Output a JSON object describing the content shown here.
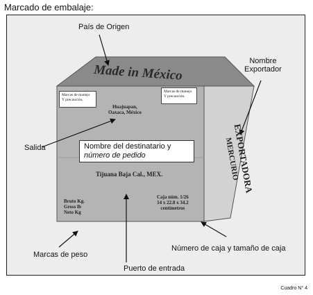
{
  "heading": "Marcado de embalaje:",
  "box": {
    "top_text": "Made in México",
    "side_text_line1": "EXPORTADORA",
    "side_text_line2": "MERCURIO",
    "handling_left_line1": "Marcas de manejo",
    "handling_left_line2": "Y precaución.",
    "handling_right_line1": "Marcas de manejo",
    "handling_right_line2": "Y precaución.",
    "origin_line1": "Huajuapan,",
    "origin_line2": "Oaxaca, México",
    "dest_line1": "Nombre del destinatario y",
    "dest_line2": "número de pedido",
    "port": "Tijuana Baja Cal., MEX.",
    "weight_line1": "Bruto Kg.",
    "weight_line2": "Gross lb",
    "weight_line3": "Neto Kg",
    "case_line1": "Caja núm. 1/26",
    "case_line2": "14 x 22.8 x 34.2",
    "case_line3": "centímetros"
  },
  "callouts": {
    "pais_origen": "País de  Origen",
    "nombre_exportador_line1": "Nombre",
    "nombre_exportador_line2": "Exportador",
    "salida": "Salida",
    "marcas_peso": "Marcas de peso",
    "numero_caja": "Número de caja y tamaño de caja",
    "puerto_entrada": "Puerto de entrada"
  },
  "caption": "Cuadro N° 4"
}
